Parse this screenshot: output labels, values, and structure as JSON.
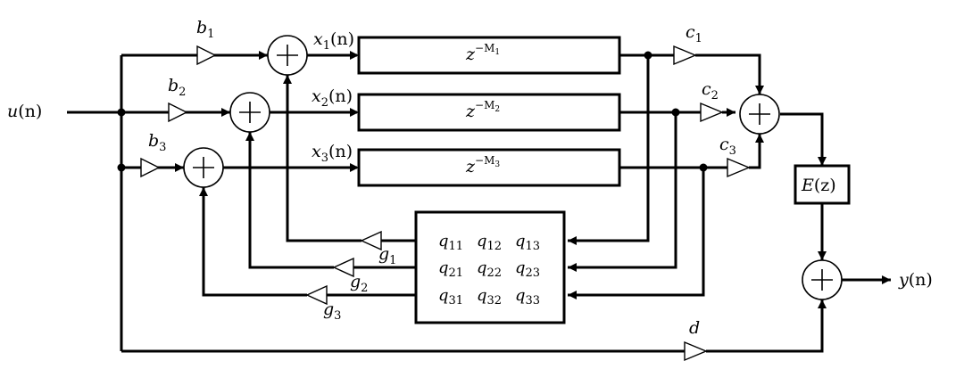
{
  "signals": {
    "input": {
      "base": "u",
      "arg": "(n)"
    },
    "output": {
      "base": "y",
      "arg": "(n)"
    },
    "states": [
      {
        "base": "x",
        "sub": "1",
        "arg": "(n)"
      },
      {
        "base": "x",
        "sub": "2",
        "arg": "(n)"
      },
      {
        "base": "x",
        "sub": "3",
        "arg": "(n)"
      }
    ]
  },
  "gains": {
    "b": [
      {
        "base": "b",
        "sub": "1"
      },
      {
        "base": "b",
        "sub": "2"
      },
      {
        "base": "b",
        "sub": "3"
      }
    ],
    "c": [
      {
        "base": "c",
        "sub": "1"
      },
      {
        "base": "c",
        "sub": "2"
      },
      {
        "base": "c",
        "sub": "3"
      }
    ],
    "g": [
      {
        "base": "g",
        "sub": "1"
      },
      {
        "base": "g",
        "sub": "2"
      },
      {
        "base": "g",
        "sub": "3"
      }
    ],
    "d": "d"
  },
  "delays": [
    {
      "base": "z",
      "sup": "−M",
      "supsub": "1"
    },
    {
      "base": "z",
      "sup": "−M",
      "supsub": "2"
    },
    {
      "base": "z",
      "sup": "−M",
      "supsub": "3"
    }
  ],
  "filter": {
    "base": "E",
    "arg": "(z)"
  },
  "matrix": [
    [
      "11",
      "12",
      "13"
    ],
    [
      "21",
      "22",
      "23"
    ],
    [
      "31",
      "32",
      "33"
    ]
  ],
  "matrix_symbol": "q",
  "summer_symbol": "+"
}
